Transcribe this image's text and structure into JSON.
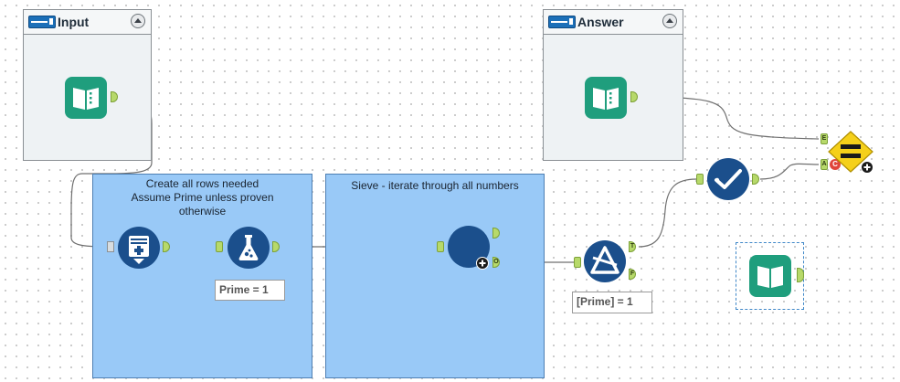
{
  "containers": {
    "input": {
      "title": "Input"
    },
    "answer": {
      "title": "Answer"
    },
    "create_rows": {
      "label_lines": [
        "Create all rows needed",
        "Assume Prime unless proven",
        "otherwise"
      ]
    },
    "sieve": {
      "label": "Sieve - iterate through all numbers"
    }
  },
  "annotations": {
    "formula": "Prime = 1",
    "filter": "[Prime] = 1"
  },
  "anchors": {
    "filter_true": "T",
    "filter_false": "F",
    "macro_output": "O",
    "compare_expected": "E",
    "compare_actual": "A",
    "compare_error": "C"
  },
  "colors": {
    "tool_teal": "#1f9e7d",
    "tool_navy": "#1b4f8c",
    "container_blue": "#99c9f7",
    "anchor_green": "#b7d96a",
    "compare_yellow": "#f5d01a",
    "error_red": "#e0453b"
  },
  "icons": {
    "input_tool": "book-icon",
    "generate_rows": "generate-rows-icon",
    "formula": "flask-icon",
    "macro": "macro-circle-icon",
    "filter": "filter-icon",
    "select": "checkmark-icon",
    "compare": "equals-icon"
  }
}
